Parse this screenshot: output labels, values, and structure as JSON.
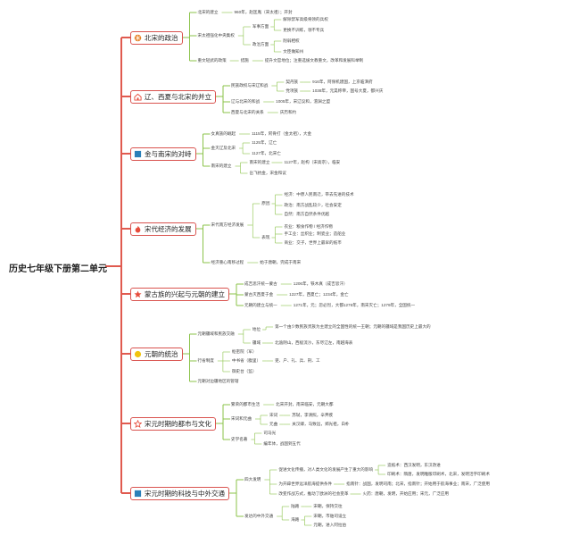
{
  "root": {
    "label": "历史七年级下册第二单元"
  },
  "colors": {
    "main_line": "#e05a4f",
    "sub_line": "#8bc34a",
    "topic_border": "#d9534f"
  },
  "topics": [
    {
      "label": "北宋的政治",
      "icon": "snowflake-icon",
      "icon_color": "#e67e22",
      "items": [
        {
          "l": "北宋的建立",
          "r": "960年，赵匡胤（宋太祖）；开封"
        },
        {
          "l": "宋太祖强化中央集权",
          "groups": [
            {
              "l": "军事方面",
              "items": [
                "解除禁军高级将领的兵权",
                "更换不训练，领不专兵"
              ]
            },
            {
              "l": "政治方面",
              "items": [
                "削弱相权",
                "文臣做知州"
              ]
            }
          ]
        },
        {
          "l": "重文轻武的政策",
          "m": "措施",
          "r": "提升文官地位；注重选拔文教重文，改革和发展科举制"
        }
      ]
    },
    {
      "label": "辽、西夏与北宋的并立",
      "icon": "house-icon",
      "icon_color": "#e74c3c",
      "items": [
        {
          "l": "民族政权与宋辽和战",
          "groups": [
            {
              "l": "契丹族",
              "items": [
                "916年，阿保机建国，上京临潢府"
              ]
            },
            {
              "l": "党项族",
              "items": [
                "1038年，元昊称帝，国号大夏，都兴庆"
              ]
            }
          ]
        },
        {
          "l": "辽与北宋的和战",
          "r": "1005年，宋辽议和，澶渊之盟"
        },
        {
          "l": "西夏与北宋的关系",
          "r": "庆历和约"
        }
      ]
    },
    {
      "label": "金与南宋的对峙",
      "icon": "square-icon",
      "icon_color": "#2980b9",
      "items": [
        {
          "l": "女真族的崛起",
          "r": "1115年，阿骨打（金太祖），大金"
        },
        {
          "l": "金灭辽及北宋",
          "items": [
            "1125年，辽亡",
            "1127年，北宋亡"
          ]
        },
        {
          "l": "南宋的建立",
          "groups": [
            {
              "l": "南宋的建立",
              "items": [
                "1127年，赵构（宋高宗），临安"
              ]
            },
            {
              "l": "岳飞抗金，宋金和议",
              "items": []
            }
          ]
        }
      ]
    },
    {
      "label": "宋代经济的发展",
      "icon": "flame-icon",
      "icon_color": "#e74c3c",
      "items": [
        {
          "l": "宋代南方经济发展",
          "groups": [
            {
              "l": "原因",
              "items": [
                "经济：中原人民南迁，带去先进的技术",
                "政治：南方战乱较少，社会安定",
                "自然：南方自然条件优越"
              ]
            },
            {
              "l": "表现",
              "items": [
                "农业：粮食作物 / 经济作物",
                "手工业：丝织业；制瓷业；造船业",
                "商业：交子，世界上最早的纸币"
              ]
            }
          ]
        },
        {
          "l": "经济重心南移过程",
          "r": "始于唐朝，完成于南宋"
        }
      ]
    },
    {
      "label": "蒙古族的兴起与元朝的建立",
      "icon": "star-icon",
      "icon_color": "#e74c3c",
      "items": [
        {
          "l": "成吉思汗统一蒙古",
          "r": "1206年，铁木真（成吉思汗）"
        },
        {
          "l": "蒙古灭西夏于金",
          "r": "1227年，西夏亡；1234年，金亡"
        },
        {
          "l": "元朝的建立与统一",
          "r": "1271年，元；忽必烈，大都1276年，南宋灭亡；1279年，全国统一"
        }
      ]
    },
    {
      "label": "元朝的统治",
      "icon": "circle-icon",
      "icon_color": "#f1c40f",
      "items": [
        {
          "l": "元朝疆域和民族交融",
          "groups": [
            {
              "l": "地位",
              "items": [
                "第一个由少数民族贵族为主建立的全国性的统一王朝；元朝的疆域是我国历史上最大的"
              ]
            },
            {
              "l": "疆域",
              "items": [
                "北逾阴山，西极流沙，东尽辽左，南越海表"
              ]
            }
          ]
        },
        {
          "l": "行省制度",
          "groups": [
            {
              "l": "中书省（腹里）",
              "items": [
                "吏、户、礼、兵、刑、工"
              ]
            },
            {
              "l": "枢密院（军）",
              "items": []
            },
            {
              "l": "御史台（监）",
              "items": []
            }
          ]
        },
        {
          "l": "元朝对边疆地区的管辖",
          "r": ""
        }
      ]
    },
    {
      "label": "宋元时期的都市与文化",
      "icon": "star-outline-icon",
      "icon_color": "#e74c3c",
      "items": [
        {
          "l": "繁荣的都市生活",
          "r": "北宋开封，南宋临安，元朝大都"
        },
        {
          "l": "宋词和元曲",
          "groups": [
            {
              "l": "宋词",
              "items": [
                "苏轼，李清照，辛弃疾"
              ]
            },
            {
              "l": "元曲",
              "items": [
                "关汉卿，马致远，郑光祖，白朴"
              ]
            }
          ]
        },
        {
          "l": "史学名著",
          "items": [
            "司马光",
            "编年体，战国到五代"
          ]
        }
      ]
    },
    {
      "label": "宋元时期的科技与中外交通",
      "icon": "square-icon",
      "icon_color": "#2980b9",
      "items": [
        {
          "l": "四大发明",
          "groups": [
            {
              "l": "促进文化传播，对人类文化的发展产生了重大的影响",
              "items": [
                "造纸术：西汉发明，东汉改进",
                "印刷术：隋唐，发明雕版印刷术，北宋，发明活字印刷术"
              ]
            },
            {
              "l": "为开辟世界远洋航海提供条件",
              "items": [
                "指南针：战国，发明司南；北宋，指南针；开始用于航海事业；南宋，广泛使用"
              ]
            },
            {
              "l": "改变作战方式，推动了欧洲的社会变革",
              "items": [
                "火药：唐朝，发明，开始应用；宋元，广泛应用"
              ]
            }
          ]
        },
        {
          "l": "发达的中外交通",
          "groups": [
            {
              "l": "陆路",
              "items": [
                "宋朝，保持交往"
              ]
            },
            {
              "l": "海路",
              "items": [
                "宋朝，市舶司设立",
                "元朝，进入阿拉伯"
              ]
            }
          ]
        }
      ]
    }
  ]
}
